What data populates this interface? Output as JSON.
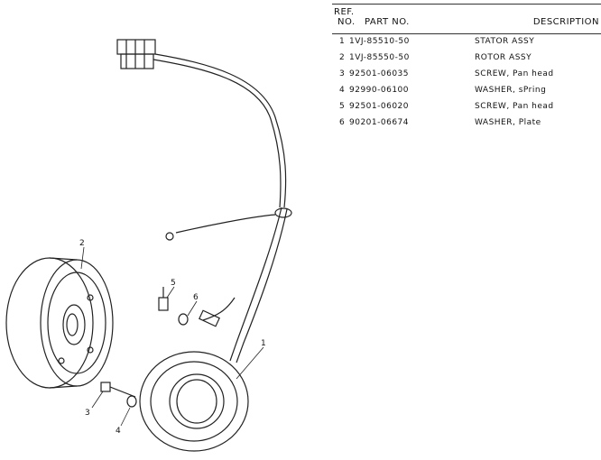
{
  "table": {
    "header": {
      "ref": "REF.",
      "no": "NO.",
      "part_no": "PART NO.",
      "description": "DESCRIPTION"
    },
    "rows": [
      {
        "ref": "1",
        "part_no": "1VJ-85510-50",
        "description": "STATOR ASSY"
      },
      {
        "ref": "2",
        "part_no": "1VJ-85550-50",
        "description": "ROTOR ASSY"
      },
      {
        "ref": "3",
        "part_no": "92501-06035",
        "description": "SCREW, Pan head"
      },
      {
        "ref": "4",
        "part_no": "92990-06100",
        "description": "WASHER, sPring"
      },
      {
        "ref": "5",
        "part_no": "92501-06020",
        "description": "SCREW, Pan head"
      },
      {
        "ref": "6",
        "part_no": "90201-06674",
        "description": "WASHER, Plate"
      }
    ]
  },
  "callouts": [
    "1",
    "2",
    "3",
    "4",
    "5",
    "6"
  ]
}
